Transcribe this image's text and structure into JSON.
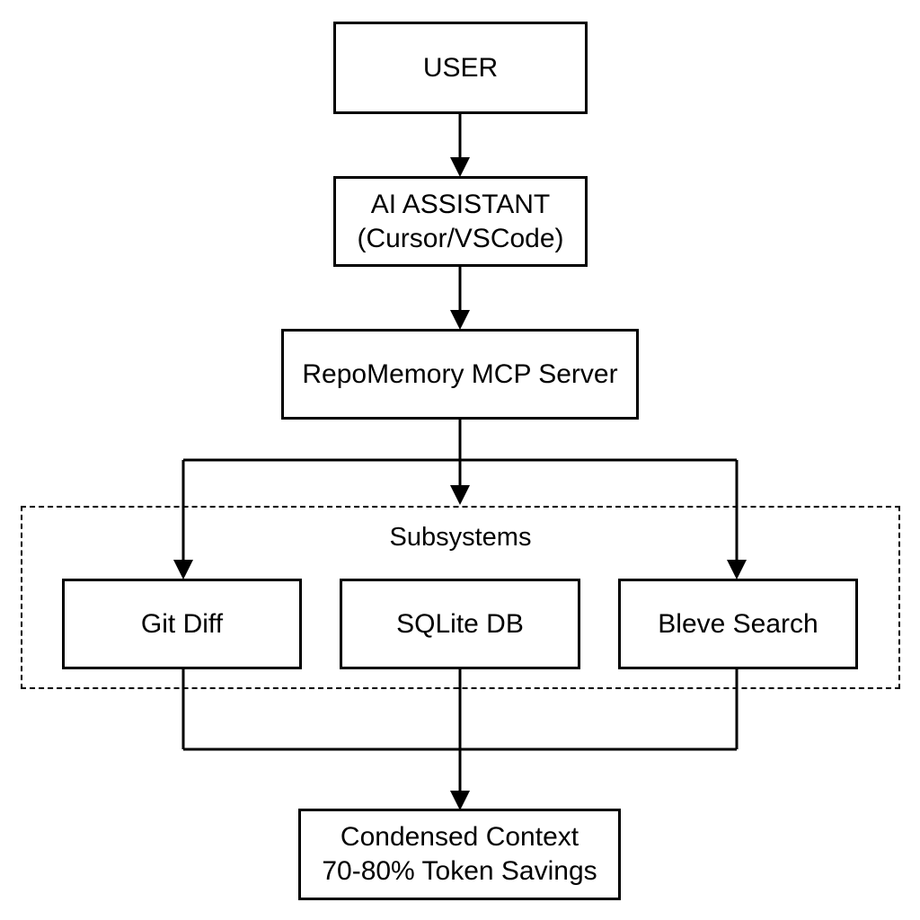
{
  "diagram": {
    "nodes": {
      "user": {
        "lines": [
          "USER"
        ]
      },
      "assistant": {
        "lines": [
          "AI ASSISTANT",
          "(Cursor/VSCode)"
        ]
      },
      "server": {
        "lines": [
          "RepoMemory MCP Server"
        ]
      },
      "git": {
        "lines": [
          "Git Diff"
        ]
      },
      "sqlite": {
        "lines": [
          "SQLite DB"
        ]
      },
      "bleve": {
        "lines": [
          "Bleve Search"
        ]
      },
      "output": {
        "lines": [
          "Condensed Context",
          "70-80% Token Savings"
        ]
      }
    },
    "group": {
      "label": "Subsystems"
    },
    "edges": [
      {
        "from": "user",
        "to": "assistant"
      },
      {
        "from": "assistant",
        "to": "server"
      },
      {
        "from": "server",
        "to": "git"
      },
      {
        "from": "server",
        "to": "subsystems"
      },
      {
        "from": "server",
        "to": "bleve"
      },
      {
        "from": "git",
        "to": "output"
      },
      {
        "from": "sqlite",
        "to": "output"
      },
      {
        "from": "bleve",
        "to": "output"
      }
    ],
    "colors": {
      "stroke": "#000000",
      "background": "#ffffff"
    }
  }
}
